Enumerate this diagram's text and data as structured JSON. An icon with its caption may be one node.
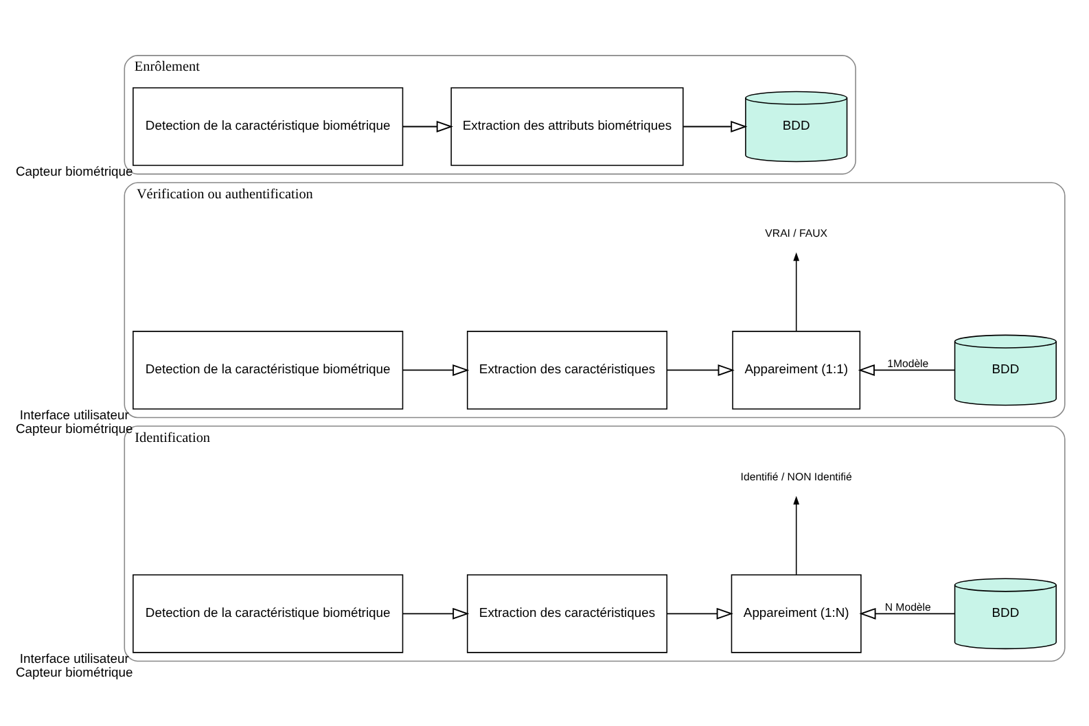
{
  "diagram": {
    "nodes": [
      {
        "text": [
          "Enrôlement"
        ]
      },
      {
        "text": [
          "Detection de la caractéristique biométrique"
        ],
        "in": 0,
        "beside": [
          "Capteur biométrique"
        ]
      },
      {
        "text": [
          "Extraction des attributs biométriques"
        ],
        "in": 0
      },
      {
        "text": [
          "BDD"
        ],
        "in": 0
      },
      {
        "text": [
          "Vérification ou authentification"
        ]
      },
      {
        "text": [
          "Detection de la caractéristique biométrique"
        ],
        "in": 4,
        "beside": [
          "Interface utilisateur",
          "Capteur biométrique"
        ]
      },
      {
        "text": [
          "Extraction des caractéristiques"
        ],
        "in": 4
      },
      {
        "text": [
          "Appareiment (1:1)"
        ],
        "in": 4
      },
      {
        "text": [
          "BDD"
        ],
        "in": 4
      },
      {
        "text": [
          "VRAI / FAUX"
        ],
        "in": 4
      },
      {
        "text": [
          "Identification"
        ]
      },
      {
        "text": [
          "Detection de la caractéristique biométrique"
        ],
        "in": 10,
        "beside": [
          "Interface utilisateur",
          "Capteur biométrique"
        ]
      },
      {
        "text": [
          "Extraction des caractéristiques"
        ],
        "in": 10
      },
      {
        "text": [
          "Appareiment (1:N)"
        ],
        "in": 10
      },
      {
        "text": [
          "BDD"
        ],
        "in": 10
      },
      {
        "text": [
          "Identifié / NON Identifié"
        ],
        "in": 10
      }
    ],
    "edges": [
      {
        "from": 1,
        "to": 2,
        "arrow": "to"
      },
      {
        "from": 2,
        "to": 3,
        "arrow": "to"
      },
      {
        "from": 5,
        "to": 6,
        "arrow": "to"
      },
      {
        "from": 6,
        "to": 7,
        "arrow": "to"
      },
      {
        "from": 8,
        "to": 7,
        "arrow": "to",
        "label": "1Modèle"
      },
      {
        "from": 7,
        "to": 9,
        "arrow": "to"
      },
      {
        "from": 11,
        "to": 12,
        "arrow": "to"
      },
      {
        "from": 12,
        "to": 13,
        "arrow": "to"
      },
      {
        "from": 14,
        "to": 13,
        "arrow": "to",
        "label": "N Modèle"
      },
      {
        "from": 13,
        "to": 15,
        "arrow": "to"
      }
    ]
  }
}
